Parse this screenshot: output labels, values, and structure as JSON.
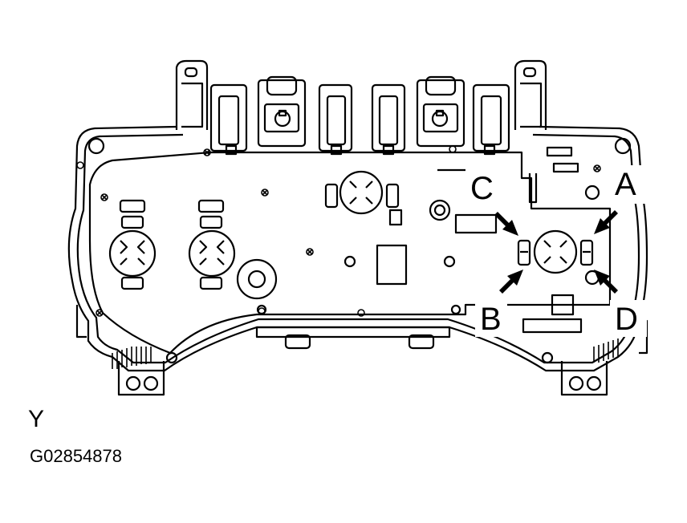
{
  "callouts": {
    "a": "A",
    "b": "B",
    "c": "C",
    "d": "D"
  },
  "view_label": "Y",
  "figure_code": "G02854878",
  "colors": {
    "line": "#000000",
    "background": "#ffffff"
  }
}
